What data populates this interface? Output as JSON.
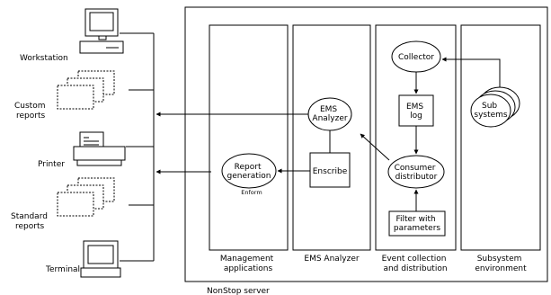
{
  "devices": {
    "workstation": "Workstation",
    "custom_reports": [
      "Custom",
      "reports"
    ],
    "printer": "Printer",
    "standard_reports": [
      "Standard",
      "reports"
    ],
    "terminal": "Terminal"
  },
  "nodes": {
    "ems_analyzer": [
      "EMS",
      "Analyzer"
    ],
    "report_generation": [
      "Report",
      "generation"
    ],
    "enform": "Enform",
    "enscribe": "Enscribe",
    "collector": "Collector",
    "ems_log": [
      "EMS",
      "log"
    ],
    "consumer_distributor": [
      "Consumer",
      "distributor"
    ],
    "filter": [
      "Filter with",
      "parameters"
    ],
    "sub_systems": [
      "Sub",
      "systems"
    ]
  },
  "columns": {
    "management": [
      "Management",
      "applications"
    ],
    "ems_analyzer": "EMS Analyzer",
    "event_collection": [
      "Event collection",
      "and distribution"
    ],
    "subsystem_env": [
      "Subsystem",
      "environment"
    ]
  },
  "server_label": "NonStop server"
}
